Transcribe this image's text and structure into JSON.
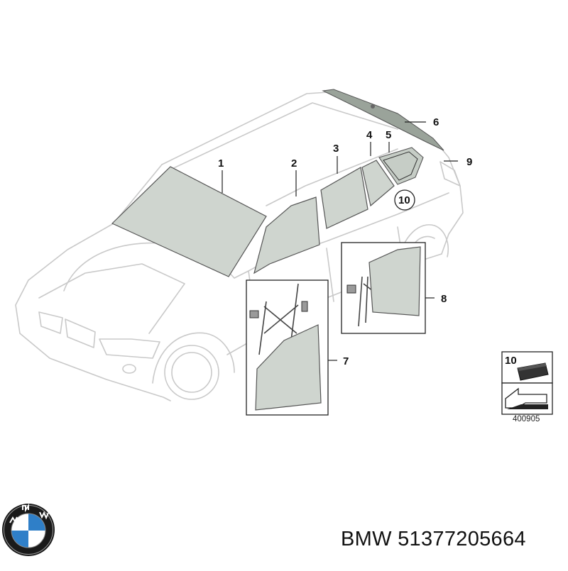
{
  "diagram": {
    "callouts": [
      "1",
      "2",
      "3",
      "4",
      "5",
      "6",
      "7",
      "8",
      "9",
      "10"
    ],
    "legend_number": "10",
    "diagram_code": "400905"
  },
  "logo": {
    "letters": "BMW",
    "colors": {
      "ring": "#1a1a1a",
      "blue": "#2f7fc8",
      "white": "#ffffff"
    }
  },
  "part_number": "BMW 51377205664",
  "colors": {
    "glass": "#cfd5cf",
    "outline": "#c9c9c9",
    "legend_dark": "#333333"
  }
}
